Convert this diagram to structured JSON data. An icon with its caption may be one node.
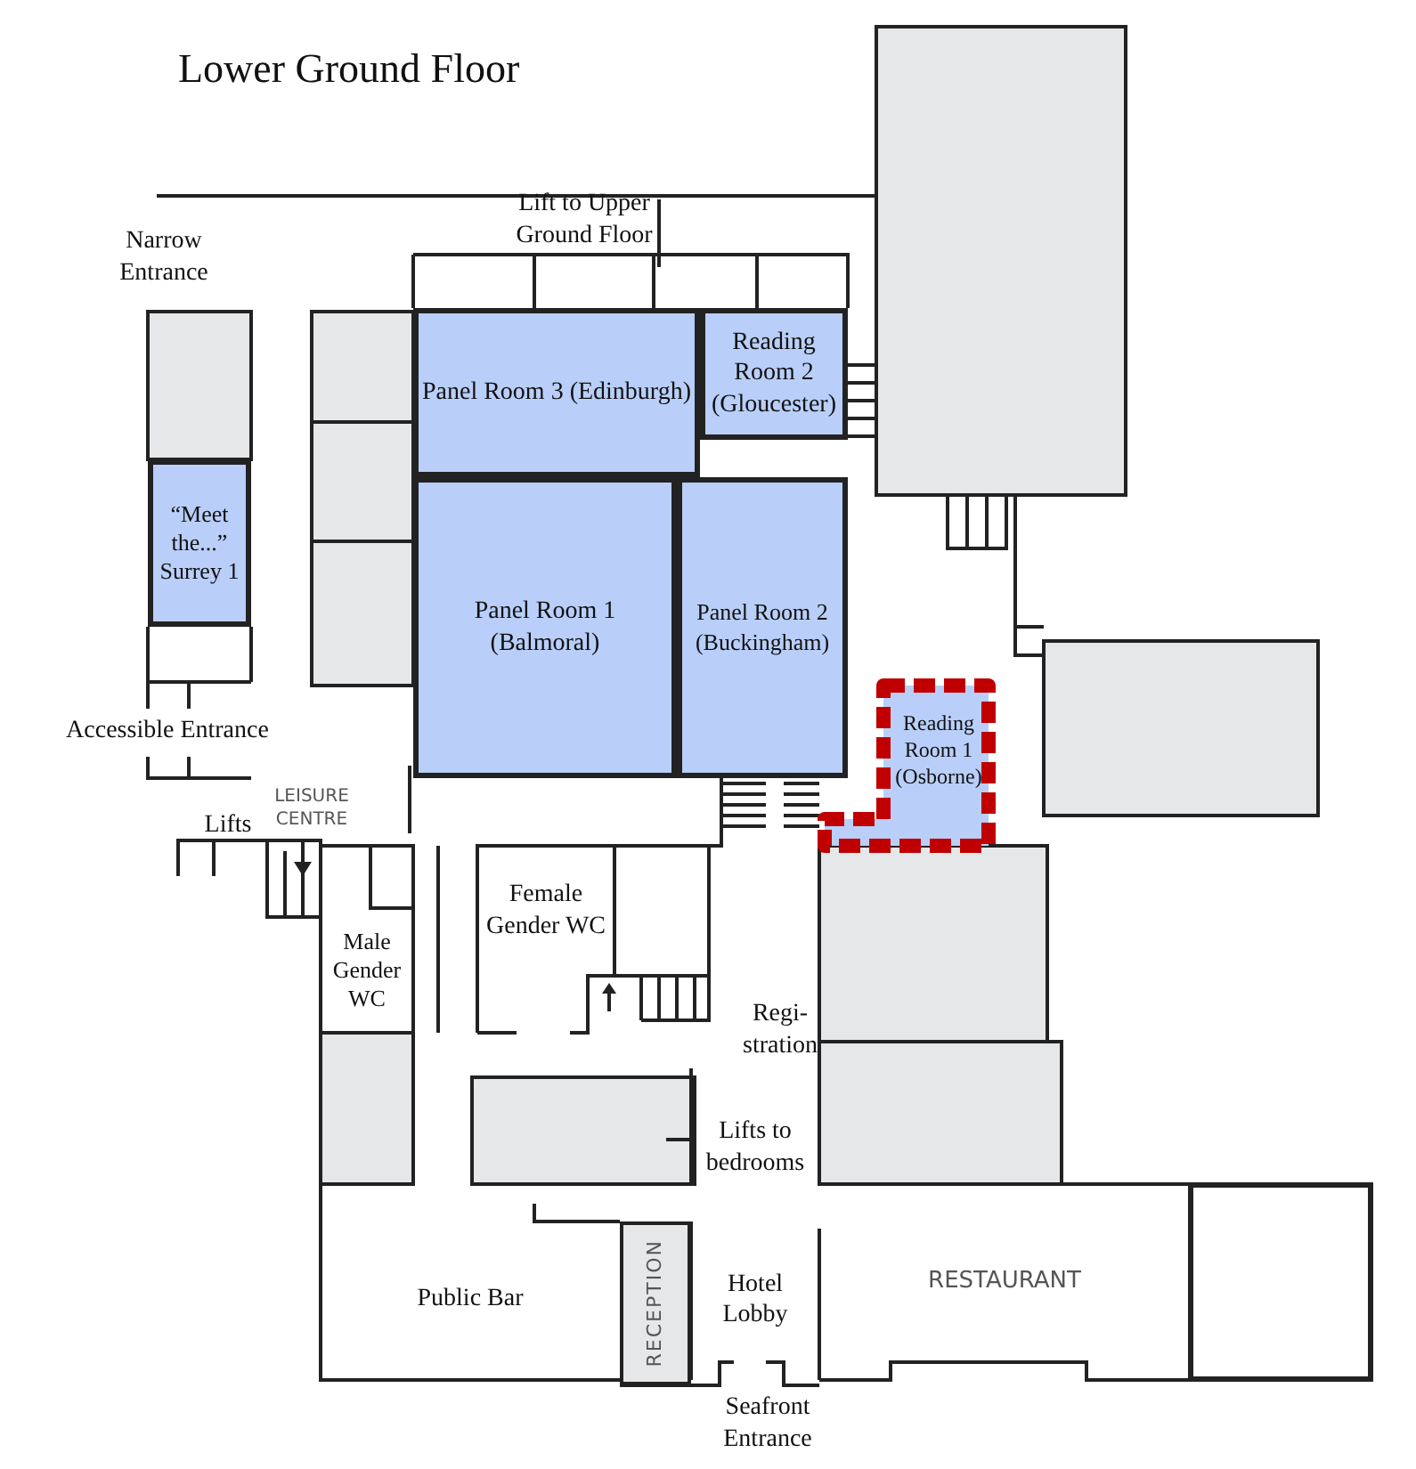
{
  "diagram": {
    "title": "Lower Ground Floor",
    "nodes": [
      {
        "text": [
          "Panel Room 3 (Edinburgh)"
        ]
      },
      {
        "text": [
          "Reading Room 2 (Gloucester)"
        ]
      },
      {
        "text": [
          "“Meet the...” Surrey 1"
        ]
      },
      {
        "text": [
          "Panel Room 1 (Balmoral)"
        ]
      },
      {
        "text": [
          "Panel Room 2 (Buckingham)"
        ]
      },
      {
        "text": [
          "Reading Room 1 (Osborne)"
        ]
      },
      {
        "text": [
          "Male Gender WC"
        ]
      },
      {
        "text": [
          "Female Gender WC"
        ]
      },
      {
        "text": [
          "Public Bar"
        ]
      },
      {
        "text": [
          "RECEPTION"
        ]
      },
      {
        "text": [
          "Hotel Lobby"
        ]
      },
      {
        "text": [
          "RESTAURANT"
        ]
      },
      {
        "text": [],
        "shape": "box"
      }
    ],
    "edges": [],
    "labels": [
      "Lift to Upper Ground Floor",
      "Narrow Entrance",
      "Accessible Entrance",
      "LEISURE CENTRE",
      "Lifts",
      "Regi- stration",
      "Lifts to bedrooms",
      "Seafront Entrance"
    ]
  }
}
